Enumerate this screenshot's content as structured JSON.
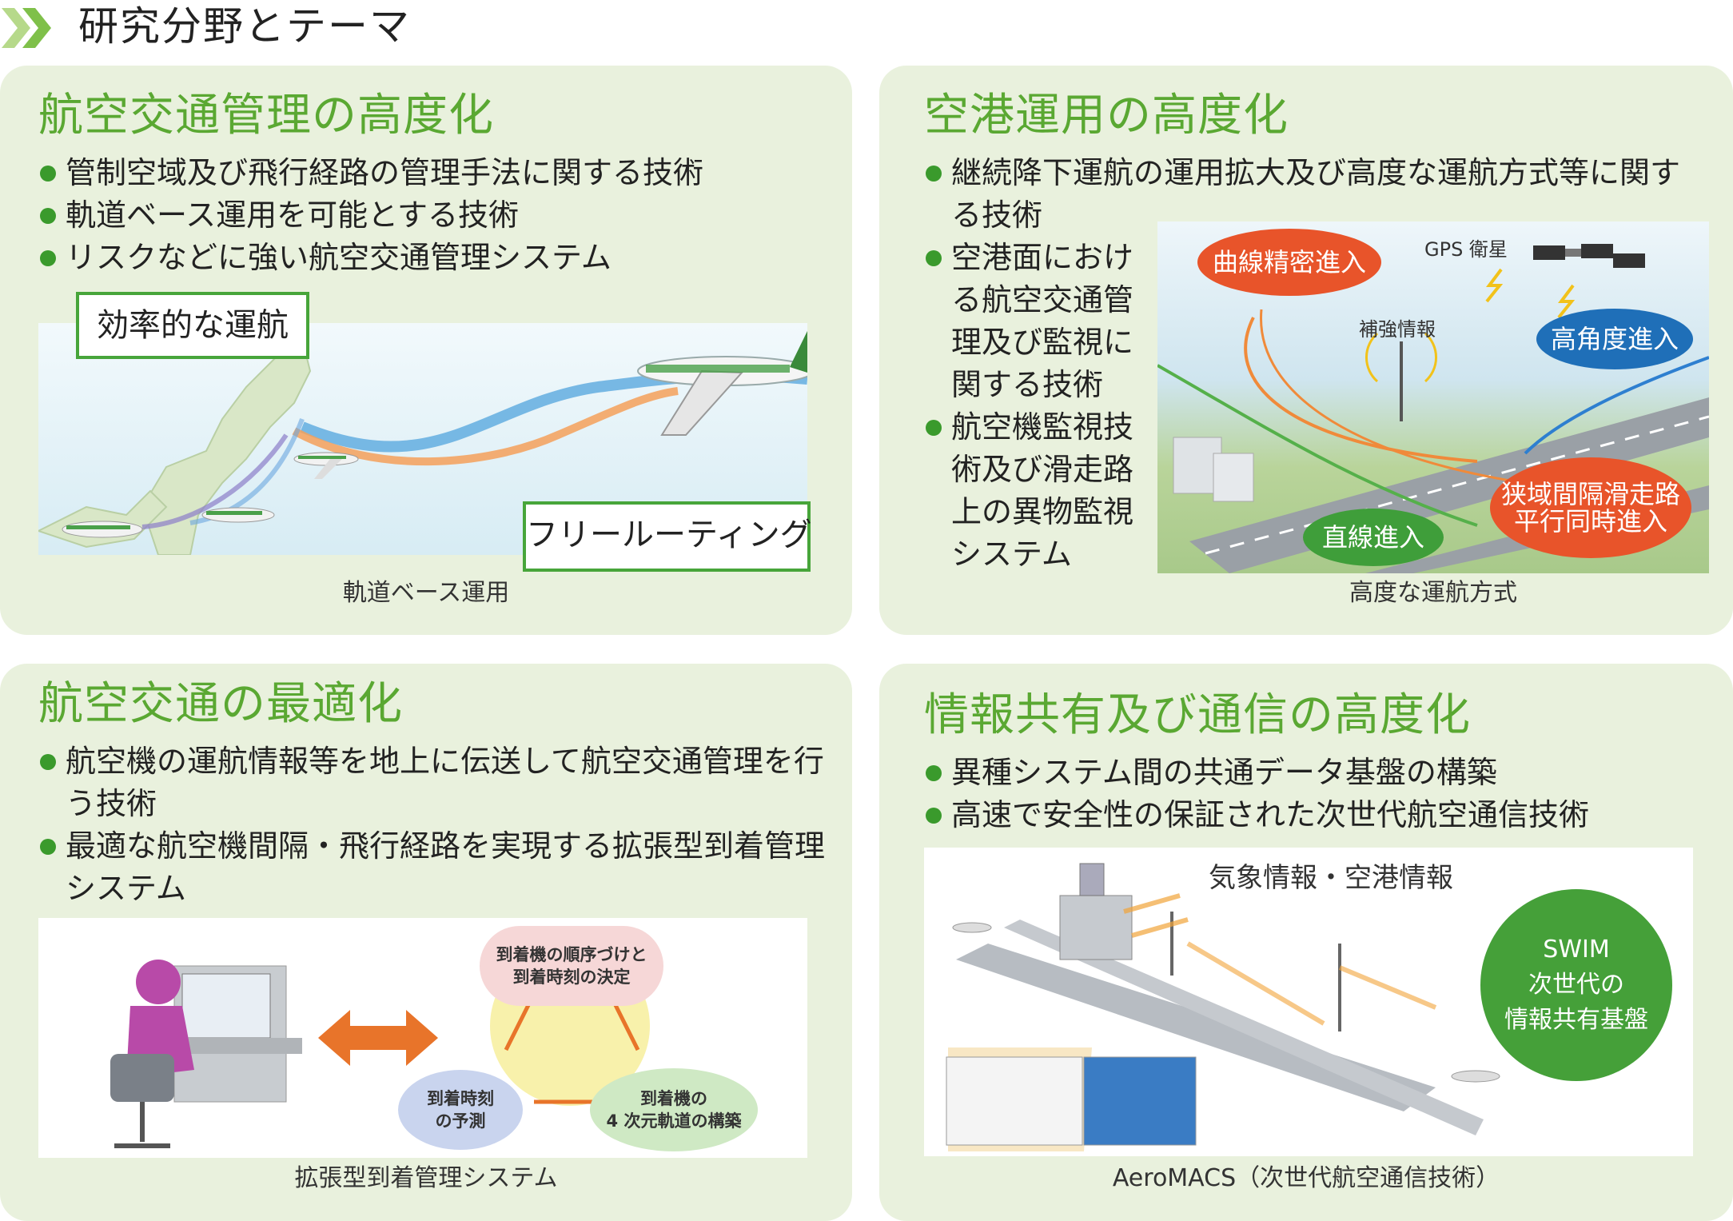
{
  "page_title": "研究分野とテーマ",
  "cards": {
    "atm": {
      "title": "航空交通管理の高度化",
      "bullets": [
        "管制空域及び飛行経路の管理手法に関する技術",
        "軌道ベース運用を可能とする技術",
        "リスクなどに強い航空交通管理システム"
      ],
      "label_efficient": "効率的な運航",
      "label_free_routing": "フリールーティング",
      "caption": "軌道ベース運用"
    },
    "airport": {
      "title": "空港運用の高度化",
      "bullets": [
        [
          "継続降下運航の運用拡大及び高度な運航方式等に関す",
          "る技術"
        ],
        [
          "空港面におけ",
          "る航空交通管",
          "理及び監視に",
          "関する技術"
        ],
        [
          "航空機監視技",
          "術及び滑走路",
          "上の異物監視",
          "システム"
        ]
      ],
      "tag_curved": "曲線精密進入",
      "tag_gps": "GPS 衛星",
      "tag_augment": "補強情報",
      "tag_high_angle": "高角度進入",
      "tag_straight": "直線進入",
      "tag_parallel_1": "狭域間隔滑走路",
      "tag_parallel_2": "平行同時進入",
      "caption": "高度な運航方式"
    },
    "optimization": {
      "title": "航空交通の最適化",
      "bullets": [
        [
          "航空機の運航情報等を地上に伝送して航空交通管理を行",
          "う技術"
        ],
        [
          "最適な航空機間隔・飛行経路を実現する拡張型到着管理",
          "システム"
        ]
      ],
      "bubble_sequence_1": "到着機の順序づけと",
      "bubble_sequence_2": "到着時刻の決定",
      "bubble_predict_1": "到着時刻",
      "bubble_predict_2": "の予測",
      "bubble_4d_1": "到着機の",
      "bubble_4d_2": "4 次元軌道の構築",
      "caption": "拡張型到着管理システム"
    },
    "comms": {
      "title": "情報共有及び通信の高度化",
      "bullets": [
        "異種システム間の共通データ基盤の構築",
        "高速で安全性の保証された次世代航空通信技術"
      ],
      "weather_label": "気象情報・空港情報",
      "swim_1": "SWIM",
      "swim_2": "次世代の",
      "swim_3": "情報共有基盤",
      "caption": "AeroMACS（次世代航空通信技術）"
    }
  },
  "colors": {
    "card_bg": "#e9f1dd",
    "title_green": "#5aa832",
    "bullet_green": "#3a9a2c",
    "orange": "#e8542a",
    "blue": "#1f6fb8"
  }
}
